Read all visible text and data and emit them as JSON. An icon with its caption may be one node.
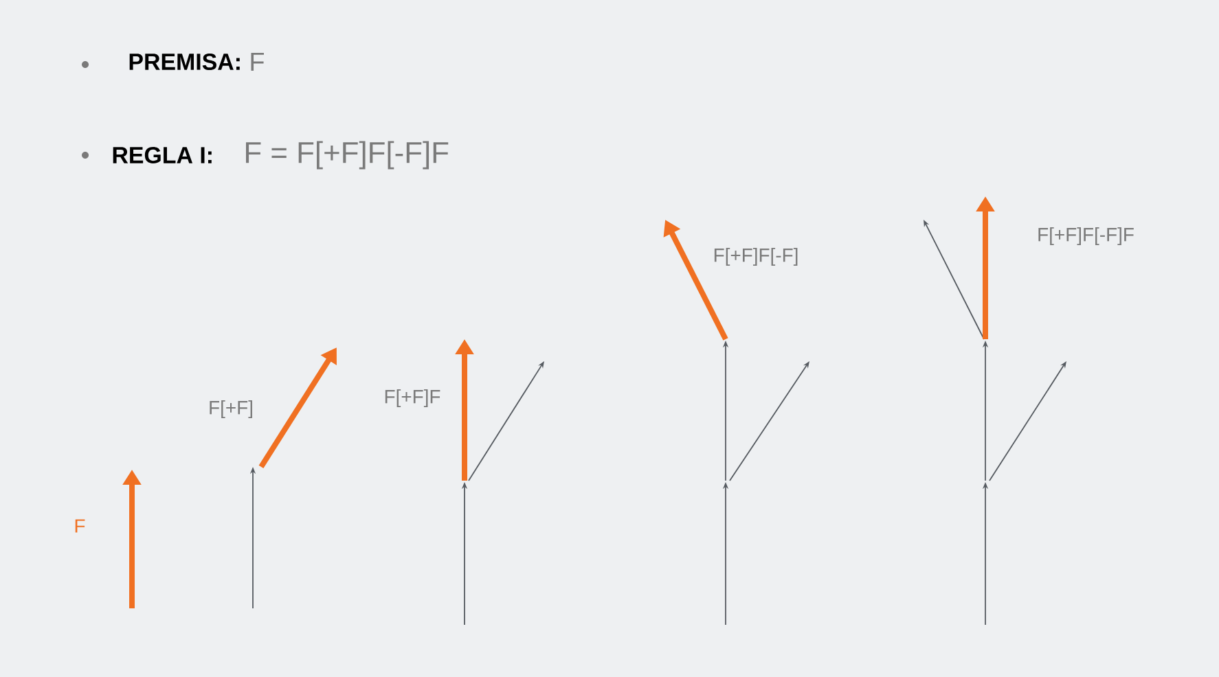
{
  "diagram": {
    "labels": [
      "PREMISA:",
      "F",
      "REGLA I:",
      "F = F[+F]F[-F]F",
      "F",
      "F[+F]",
      "F[+F]F",
      "F[+F]F[-F]",
      "F[+F]F[-F]F"
    ]
  }
}
